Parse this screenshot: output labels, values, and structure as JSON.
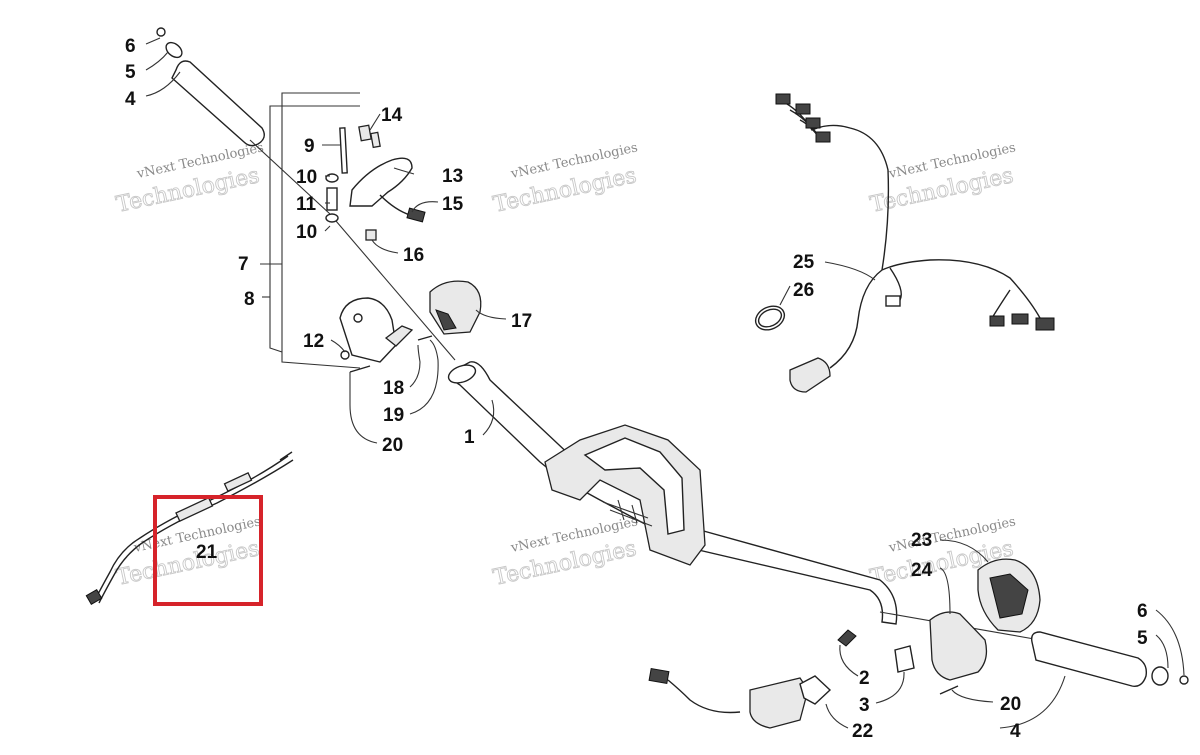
{
  "watermark": {
    "line1": "vNext Technologies",
    "line2": "Technologies"
  },
  "labels": {
    "p1": "1",
    "p2": "2",
    "p3": "3",
    "p4a": "4",
    "p4b": "4",
    "p5a": "5",
    "p5b": "5",
    "p6a": "6",
    "p6b": "6",
    "p7": "7",
    "p8": "8",
    "p9": "9",
    "p10a": "10",
    "p10b": "10",
    "p11": "11",
    "p12": "12",
    "p13": "13",
    "p14": "14",
    "p15": "15",
    "p16": "16",
    "p17": "17",
    "p18": "18",
    "p19": "19",
    "p20a": "20",
    "p20b": "20",
    "p21": "21",
    "p22": "22",
    "p23": "23",
    "p24": "24",
    "p25": "25",
    "p26": "26"
  },
  "highlight": {
    "part": "21",
    "color": "#d6232a"
  }
}
